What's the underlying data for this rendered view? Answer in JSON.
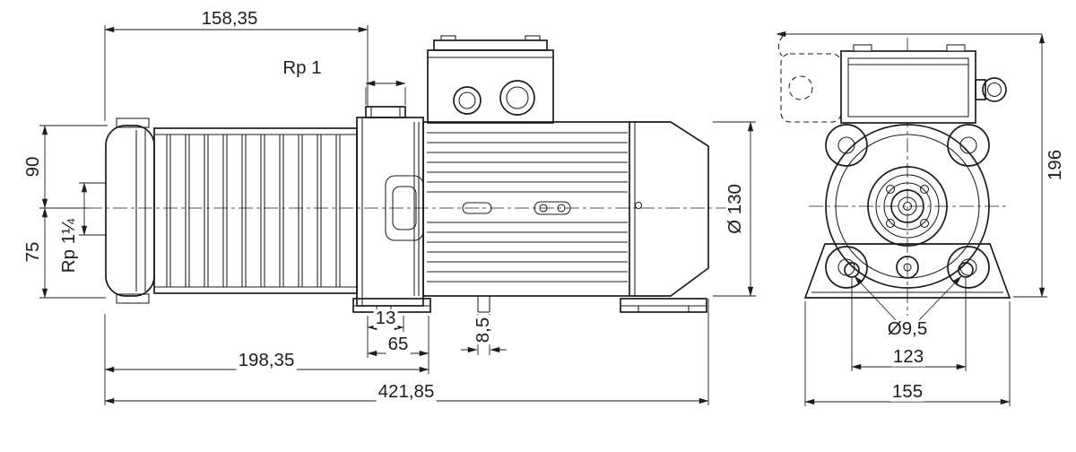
{
  "colors": {
    "ink": "#1d1d1b",
    "background": "#ffffff"
  },
  "side_view": {
    "name": "side-view",
    "dimensions": {
      "pump_length": "158,35",
      "discharge_port_thread": "Rp 1",
      "height_above_axis": "90",
      "axis_height": "75",
      "suction_port_thread": "Rp 1¼",
      "head_foot_offset": "13",
      "head_foot_length": "65",
      "foot_slot_width": "8,5",
      "pump_unit_length": "198,35",
      "total_length": "421,85",
      "motor_diameter": "Ø 130"
    }
  },
  "front_view": {
    "name": "front-view",
    "dimensions": {
      "total_height": "196",
      "foot_hole_diameter": "Ø9,5",
      "foot_hole_spacing": "123",
      "foot_width": "155"
    }
  }
}
